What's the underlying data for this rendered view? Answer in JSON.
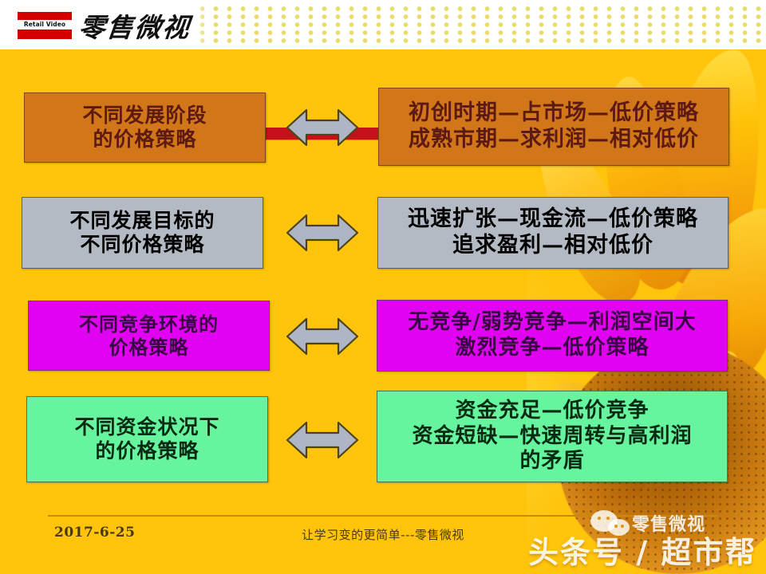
{
  "header": {
    "logo_mark_text": "Retail Video",
    "logo_cn_text": "零售微视",
    "dot_pattern_color": "#E8DC6A"
  },
  "rows": [
    {
      "left_label_line1": "不同发展阶段",
      "left_label_line2": "的价格策略",
      "right_label_line1": "初创时期—占市场—低价策略",
      "right_label_line2": "成熟市期—求利润—相对低价",
      "right_label_line3": "",
      "color_name": "orange",
      "fill": "#D2761A",
      "text_color": "#5C1A12",
      "arrow_icon": "double-headed-arrow-icon",
      "has_red_bar": true,
      "red_bar_color": "#C4111A"
    },
    {
      "left_label_line1": "不同发展目标的",
      "left_label_line2": "不同价格策略",
      "right_label_line1": "迅速扩张—现金流—低价策略",
      "right_label_line2": "追求盈利—相对低价",
      "right_label_line3": "",
      "color_name": "gray",
      "fill": "#B4BAC4",
      "text_color": "#000000",
      "arrow_icon": "double-headed-arrow-icon",
      "has_red_bar": false,
      "red_bar_color": ""
    },
    {
      "left_label_line1": "不同竞争环境的",
      "left_label_line2": "价格策略",
      "right_label_line1": "无竞争/弱势竞争—利润空间大",
      "right_label_line2": "激烈竞争—低价策略",
      "right_label_line3": "",
      "color_name": "magenta",
      "fill": "#E202F2",
      "text_color": "#3A0044",
      "arrow_icon": "double-headed-arrow-icon",
      "has_red_bar": false,
      "red_bar_color": ""
    },
    {
      "left_label_line1": "不同资金状况下",
      "left_label_line2": "的价格策略",
      "right_label_line1": "资金充足—低价竞争",
      "right_label_line2": "资金短缺—快速周转与高利润",
      "right_label_line3": "的矛盾",
      "color_name": "green",
      "fill": "#66F59E",
      "text_color": "#062B12",
      "arrow_icon": "double-headed-arrow-icon",
      "has_red_bar": false,
      "red_bar_color": ""
    }
  ],
  "footer": {
    "date": "2017-6-25",
    "tagline": "让学习变的更简单---零售微视"
  },
  "watermark": {
    "wechat_icon": "wechat-icon",
    "account_name": "零售微视",
    "headline": "头条号 / 超市帮"
  },
  "theme": {
    "slide_background": "#FFC40B",
    "header_background": "#FFFFFF",
    "footer_rule": "#C58A10",
    "footer_text": "#4A3A08"
  }
}
